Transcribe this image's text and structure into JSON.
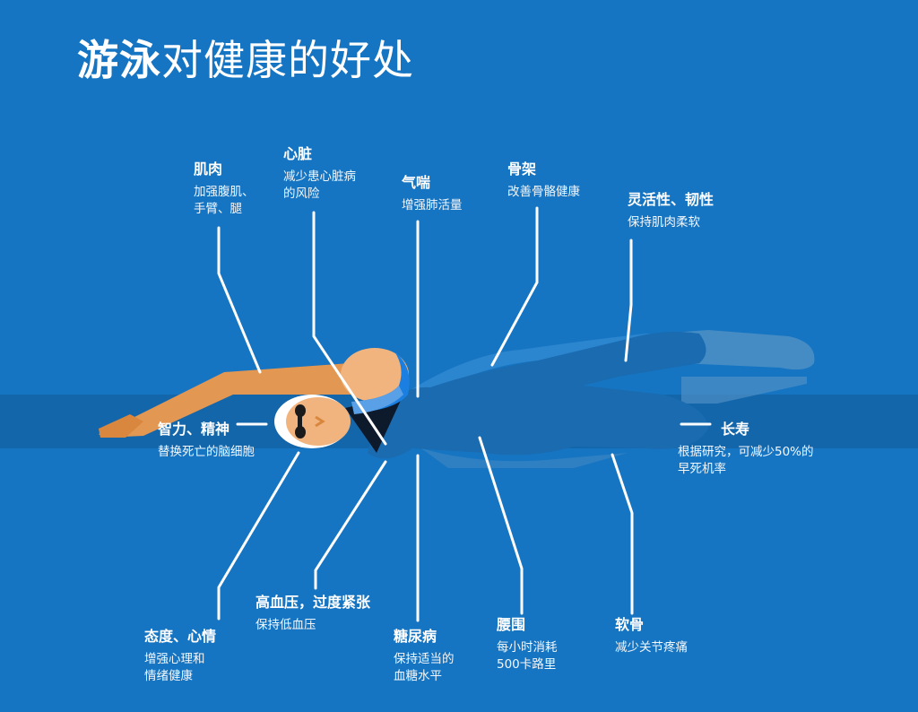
{
  "title": {
    "bold_part": "游泳",
    "light_part": "对健康的好处"
  },
  "colors": {
    "background": "#1675c2",
    "water_band": "#1466aa",
    "suit": "#1a6bb0",
    "suit_light": "#2c85cf",
    "skin": "#e29752",
    "skin_light": "#f2b47e",
    "cap": "#ffffff",
    "callout_line": "#ffffff"
  },
  "benefits": [
    {
      "id": "muscle",
      "heading": "肌肉",
      "desc_lines": [
        "加强腹肌、",
        "手臂、腿"
      ]
    },
    {
      "id": "heart",
      "heading": "心脏",
      "desc_lines": [
        "减少患心脏病",
        "的风险"
      ]
    },
    {
      "id": "asthma",
      "heading": "气喘",
      "desc_lines": [
        "增强肺活量"
      ]
    },
    {
      "id": "skeleton",
      "heading": "骨架",
      "desc_lines": [
        "改善骨骼健康"
      ]
    },
    {
      "id": "flexibility",
      "heading": "灵活性、韧性",
      "desc_lines": [
        "保持肌肉柔软"
      ]
    },
    {
      "id": "mind",
      "heading": "智力、精神",
      "desc_lines": [
        "替换死亡的脑细胞"
      ]
    },
    {
      "id": "longevity",
      "heading": "长寿",
      "desc_lines": [
        "根据研究，可减少50%的",
        "早死机率"
      ]
    },
    {
      "id": "blood-pressure",
      "heading": "高血压，过度紧张",
      "desc_lines": [
        "保持低血压"
      ]
    },
    {
      "id": "attitude",
      "heading": "态度、心情",
      "desc_lines": [
        "增强心理和",
        "情绪健康"
      ]
    },
    {
      "id": "diabetes",
      "heading": "糖尿病",
      "desc_lines": [
        "保持适当的",
        "血糖水平"
      ]
    },
    {
      "id": "waist",
      "heading": "腰围",
      "desc_lines": [
        "每小时消耗",
        "500卡路里"
      ]
    },
    {
      "id": "cartilage",
      "heading": "软骨",
      "desc_lines": [
        "减少关节疼痛"
      ]
    }
  ],
  "illustration": {
    "subject": "swimmer-freestyle",
    "icons": [
      "swimmer-illustration",
      "goggles-icon",
      "swim-cap-icon"
    ]
  }
}
